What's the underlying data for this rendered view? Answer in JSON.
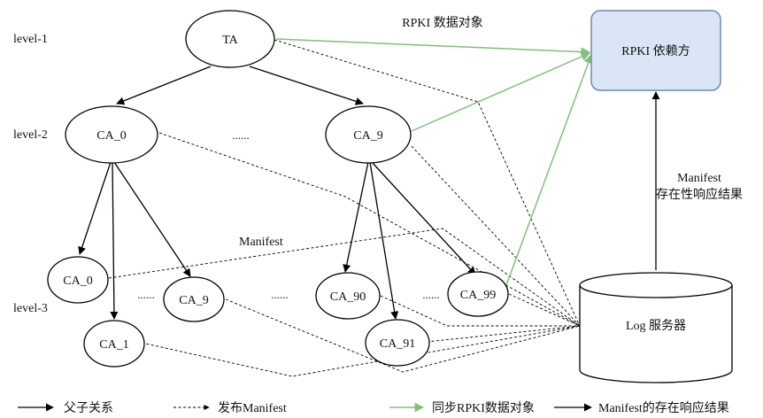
{
  "levels": [
    "level-1",
    "level-2",
    "level-3"
  ],
  "nodes": {
    "ta": "TA",
    "l2_ca0": "CA_0",
    "l2_ca9": "CA_9",
    "l2_ellipsis": "......",
    "l3_ca0": "CA_0",
    "l3_ca9": "CA_9",
    "l3_ca1": "CA_1",
    "l3_ca90": "CA_90",
    "l3_ca91": "CA_91",
    "l3_ca99": "CA_99",
    "l3_ellipsis_1": "......",
    "l3_ellipsis_2": "......",
    "l3_ellipsis_3": "......"
  },
  "relying_party": "RPKI 依赖方",
  "log_server": "Log 服务器",
  "labels": {
    "rpki_objects": "RPKI 数据对象",
    "manifest": "Manifest",
    "result_line1": "Manifest",
    "result_line2": "存在性响应结果"
  },
  "legend": {
    "parent_child": "父子关系",
    "publish_manifest": "发布Manifest",
    "sync_rpki": "同步RPKI数据对象",
    "manifest_result": "Manifest的存在响应结果"
  },
  "colors": {
    "green": "#82c07a",
    "rp_fill": "#dae6f5",
    "rp_stroke": "#6f8ab3",
    "line": "#000000"
  }
}
